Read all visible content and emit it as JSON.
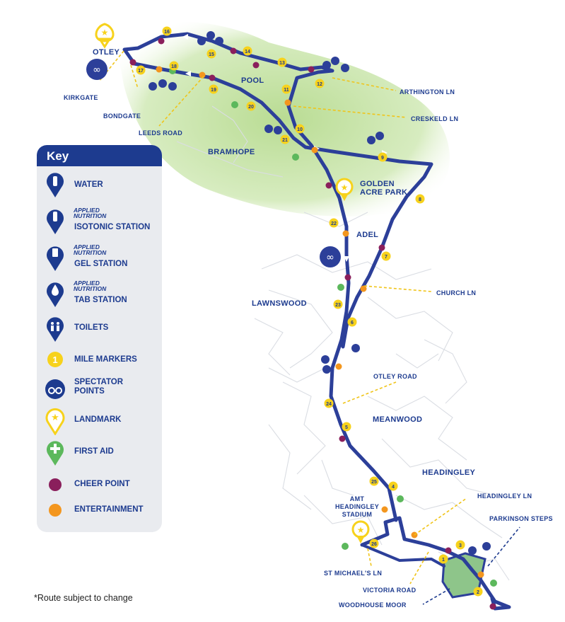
{
  "places": {
    "otley": "OTLEY",
    "pool": "POOL",
    "bramhope": "BRAMHOPE",
    "golden_acre": "GOLDEN\nACRE PARK",
    "adel": "ADEL",
    "lawnswood": "LAWNSWOOD",
    "meanwood": "MEANWOOD",
    "headingley": "HEADINGLEY",
    "stadium": "AMT\nHEADINGLEY\nSTADIUM"
  },
  "callouts": {
    "kirkgate": "KIRKGATE",
    "bondgate": "BONDGATE",
    "leeds_road": "LEEDS ROAD",
    "arthington_ln": "ARTHINGTON LN",
    "creskeld_ln": "CRESKELD LN",
    "church_ln": "CHURCH LN",
    "otley_road": "OTLEY ROAD",
    "headingley_ln": "HEADINGLEY LN",
    "parkinson_steps": "PARKINSON STEPS",
    "st_michaels_ln": "ST MICHAEL'S LN",
    "victoria_road": "VICTORIA ROAD",
    "woodhouse_moor": "WOODHOUSE MOOR"
  },
  "mile_markers": [
    "1",
    "2",
    "3",
    "4",
    "5",
    "6",
    "7",
    "8",
    "9",
    "10",
    "11",
    "12",
    "13",
    "14",
    "15",
    "16",
    "17",
    "18",
    "19",
    "20",
    "21",
    "22",
    "23",
    "24",
    "25",
    "26"
  ],
  "key": {
    "title": "Key",
    "brand": "APPLIED\nNUTRITION",
    "items": [
      {
        "id": "water",
        "label": "WATER"
      },
      {
        "id": "isotonic",
        "label": "ISOTONIC STATION"
      },
      {
        "id": "gel",
        "label": "GEL STATION"
      },
      {
        "id": "tab",
        "label": "TAB STATION"
      },
      {
        "id": "toilets",
        "label": "TOILETS"
      },
      {
        "id": "mile",
        "label": "MILE MARKERS",
        "sample": "1"
      },
      {
        "id": "spectator",
        "label": "SPECTATOR\nPOINTS"
      },
      {
        "id": "landmark",
        "label": "LANDMARK"
      },
      {
        "id": "firstaid",
        "label": "FIRST AID"
      },
      {
        "id": "cheer",
        "label": "CHEER POINT"
      },
      {
        "id": "entertainment",
        "label": "ENTERTAINMENT"
      }
    ]
  },
  "footnote": "*Route subject to change",
  "colors": {
    "route": "#2c3f99",
    "mile": "#f7d21c",
    "cheer": "#8a1f5c",
    "entertainment": "#f3961e",
    "green_area": "#c5e3a3",
    "first_aid": "#5cb85c",
    "callout_line_yellow": "#f0c419",
    "callout_line_navy": "#1d3b8f",
    "icon_blue": "#1d3b8f",
    "key_bg": "#e9ebef"
  }
}
